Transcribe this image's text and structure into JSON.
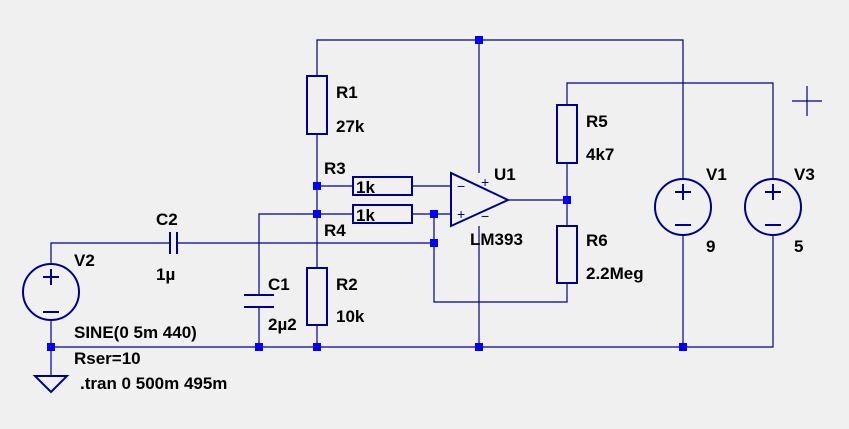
{
  "schematic": {
    "components": {
      "R1": {
        "ref": "R1",
        "value": "27k"
      },
      "R2": {
        "ref": "R2",
        "value": "10k"
      },
      "R3": {
        "ref": "R3",
        "value": "1k"
      },
      "R4": {
        "ref": "R4",
        "value": "1k"
      },
      "R5": {
        "ref": "R5",
        "value": "4k7"
      },
      "R6": {
        "ref": "R6",
        "value": "2.2Meg"
      },
      "C1": {
        "ref": "C1",
        "value": "2µ2"
      },
      "C2": {
        "ref": "C2",
        "value": "1µ"
      },
      "U1": {
        "ref": "U1",
        "value": "LM393"
      },
      "V1": {
        "ref": "V1",
        "value": "9"
      },
      "V2": {
        "ref": "V2",
        "value": "SINE(0 5m 440)",
        "extra": "Rser=10"
      },
      "V3": {
        "ref": "V3",
        "value": "5"
      }
    },
    "directive": ".tran 0 500m 495m",
    "colors": {
      "wire": "#00008b",
      "junction": "#0000ff",
      "background": "#f0f0f0"
    }
  }
}
